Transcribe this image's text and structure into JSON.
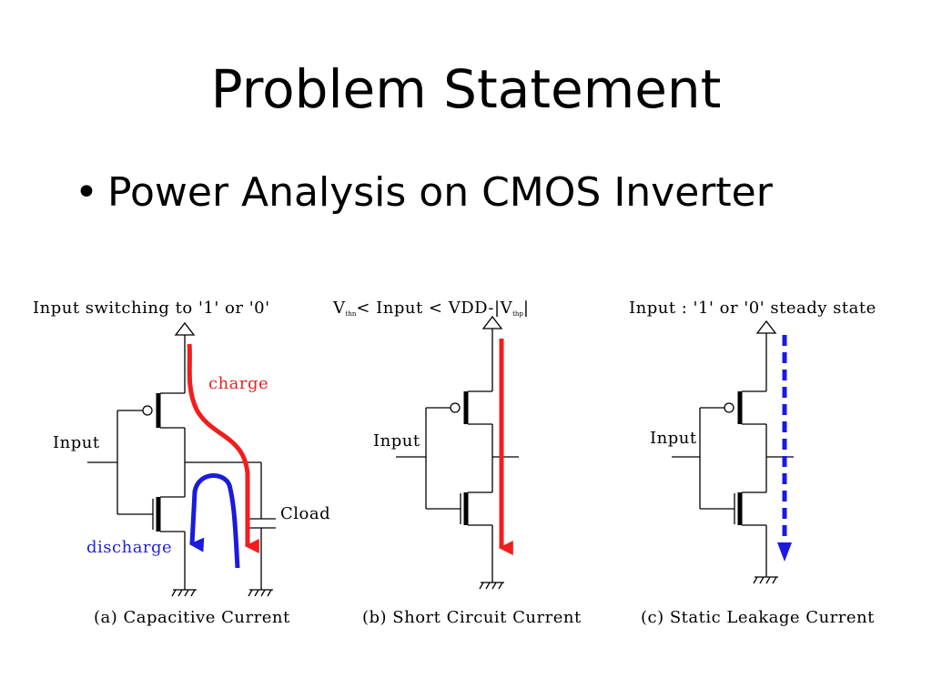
{
  "slide": {
    "title": "Problem Statement",
    "bullet_marker": "•",
    "bullet": "Power Analysis on CMOS Inverter"
  },
  "panels": {
    "a": {
      "header": "Input switching to '1' or '0'",
      "input_label": "Input",
      "charge_label": "charge",
      "discharge_label": "discharge",
      "cload_label": "Cload",
      "caption": "(a) Capacitive Current"
    },
    "b": {
      "header_v": "V",
      "header_thn": "thn",
      "header_mid": "< Input < VDD-|V",
      "header_thp": "thp",
      "header_end": "|",
      "input_label": "Input",
      "caption": "(b) Short Circuit Current"
    },
    "c": {
      "header": "Input : '1' or '0' steady state",
      "input_label": "Input",
      "caption": "(c) Static Leakage Current"
    }
  },
  "colors": {
    "charge": "#f21d1d",
    "discharge": "#1a1ae0",
    "short_circuit": "#f21d1d",
    "leakage": "#1a1ae0"
  }
}
